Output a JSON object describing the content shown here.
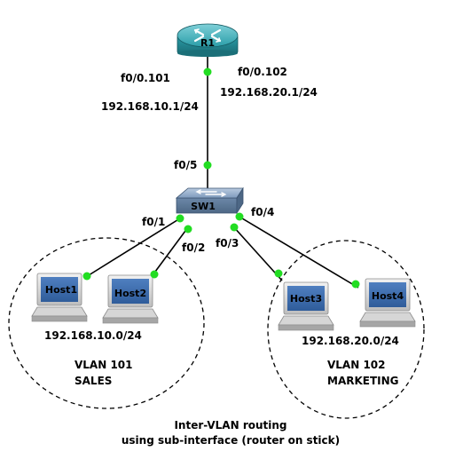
{
  "router": {
    "label": "R1"
  },
  "switch": {
    "label": "SW1"
  },
  "hosts": [
    {
      "label": "Host1"
    },
    {
      "label": "Host2"
    },
    {
      "label": "Host3"
    },
    {
      "label": "Host4"
    }
  ],
  "interfaces": {
    "r1_sub1": "f0/0.101",
    "r1_sub1_ip": "192.168.10.1/24",
    "r1_sub2": "f0/0.102",
    "r1_sub2_ip": "192.168.20.1/24",
    "sw_trunk": "f0/5",
    "sw_p1": "f0/1",
    "sw_p2": "f0/2",
    "sw_p3": "f0/3",
    "sw_p4": "f0/4"
  },
  "vlans": [
    {
      "network": "192.168.10.0/24",
      "name_line1": "VLAN 101",
      "name_line2": "SALES"
    },
    {
      "network": "192.168.20.0/24",
      "name_line1": "VLAN 102",
      "name_line2": "MARKETING"
    }
  ],
  "caption": {
    "line1": "Inter-VLAN routing",
    "line2": "using sub-interface (router on stick)"
  },
  "colors": {
    "port": "#22dd22",
    "router": "#2a9da8",
    "switch": "#6c88a8",
    "host_screen": "#2f5c9a"
  }
}
